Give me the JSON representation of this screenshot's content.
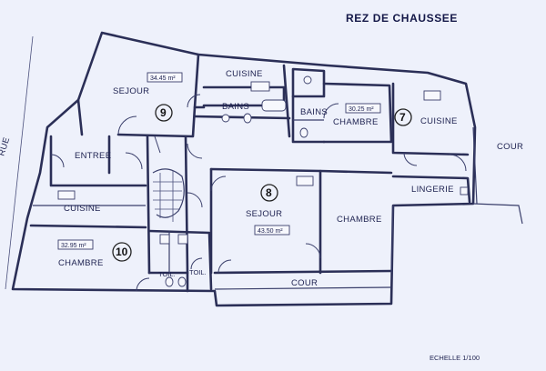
{
  "title": "REZ DE CHAUSSEE",
  "street_label": "RUE",
  "scale": "ECHELLE 1/100",
  "units": [
    {
      "number": "9",
      "rooms": {
        "living": "SEJOUR",
        "kitchen": "CUISINE",
        "bath": "BAINS"
      },
      "area": "34.45 m²"
    },
    {
      "number": "7",
      "rooms": {
        "bath": "BAINS",
        "bedroom": "CHAMBRE",
        "kitchen": "CUISINE"
      },
      "area": "30.25 m²"
    },
    {
      "number": "8",
      "rooms": {
        "living": "SEJOUR",
        "bedroom": "CHAMBRE"
      },
      "area": "43.50 m²"
    },
    {
      "number": "10",
      "rooms": {
        "entry": "ENTREE",
        "kitchen": "CUISINE",
        "bedroom": "CHAMBRE",
        "wc1": "TOIL.",
        "wc2": "TOIL."
      },
      "area": "32.95 m²"
    }
  ],
  "common": {
    "courtyard_right": "COUR",
    "courtyard_bottom": "COUR",
    "laundry": "LINGERIE"
  }
}
